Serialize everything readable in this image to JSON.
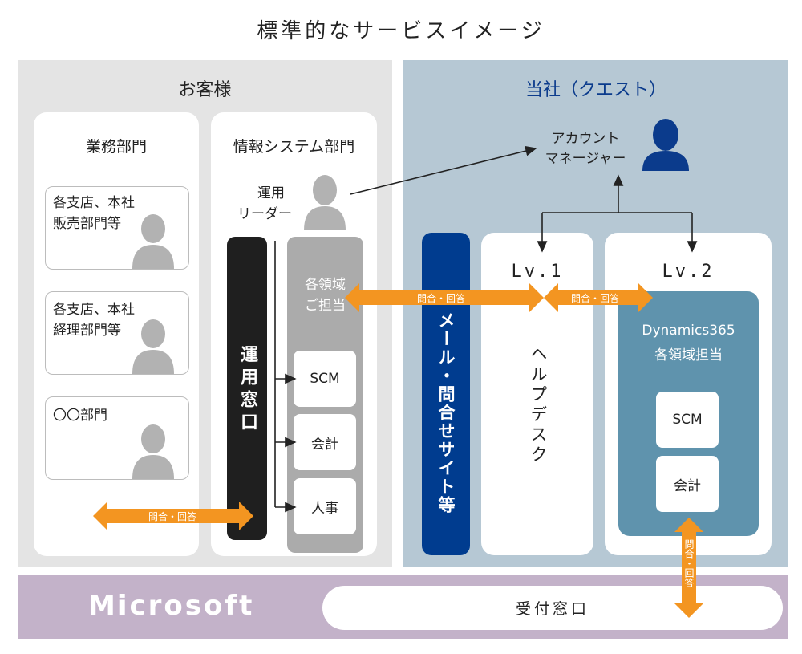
{
  "title": "標準的なサービスイメージ",
  "customer": {
    "title": "お客様",
    "business_dept": {
      "heading": "業務部門",
      "items": [
        {
          "line1": "各支店、本社",
          "line2": "販売部門等"
        },
        {
          "line1": "各支店、本社",
          "line2": "経理部門等"
        },
        {
          "line1": "〇〇部門",
          "line2": ""
        }
      ]
    },
    "it_dept": {
      "heading": "情報システム部門",
      "leader_line1": "運用",
      "leader_line2": "リーダー",
      "ops_window": "運用窓口",
      "domain_line1": "各領域",
      "domain_line2": "ご担当",
      "modules": [
        "SCM",
        "会計",
        "人事"
      ]
    }
  },
  "quest": {
    "title": "当社（クエスト）",
    "account_line1": "アカウント",
    "account_line2": "マネージャー",
    "mail_site": "メール・問合せサイト等",
    "lv1": "Lv.1",
    "helpdesk": "ヘルプデスク",
    "lv2": "Lv.2",
    "dyn_line1": "Dynamics365",
    "dyn_line2": "各領域担当",
    "modules": [
      "SCM",
      "会計"
    ]
  },
  "arrows": {
    "inquiry": "問合・回答",
    "vertical": "問合・回答"
  },
  "microsoft": {
    "logo": "Microsoft",
    "reception": "受付窓口"
  },
  "colors": {
    "orange": "#f39521",
    "navy": "#003c8f",
    "teal": "#5f93ad",
    "person_gray": "#b2b2b2",
    "person_navy": "#0b3b8c"
  }
}
